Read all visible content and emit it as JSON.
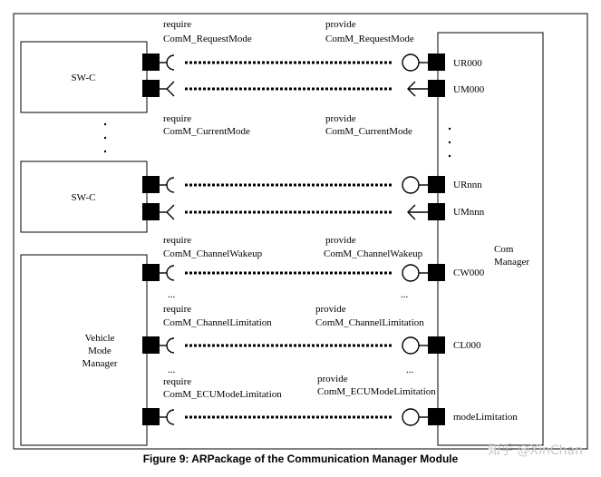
{
  "caption": "Figure 9: ARPackage of the Communication Manager Module",
  "watermark": "知乎 @XinChan",
  "boxes": {
    "swc1": "SW-C",
    "swc2": "SW-C",
    "vmm": [
      "Vehicle",
      "Mode",
      "Manager"
    ],
    "com": [
      "Com",
      "Manager"
    ]
  },
  "labels": {
    "require": "require",
    "provide": "provide",
    "request_mode": "ComM_RequestMode",
    "current_mode": "ComM_CurrentMode",
    "channel_wakeup": "ComM_ChannelWakeup",
    "channel_limitation": "ComM_ChannelLimitation",
    "ecu_mode_limitation": "ComM_ECUModeLimitation",
    "ellipsis": "..."
  },
  "ports": {
    "ur000": "UR000",
    "um000": "UM000",
    "urnnn": "URnnn",
    "umnnn": "UMnnn",
    "cw000": "CW000",
    "cl000": "CL000",
    "mode_limitation": "modeLimitation"
  }
}
